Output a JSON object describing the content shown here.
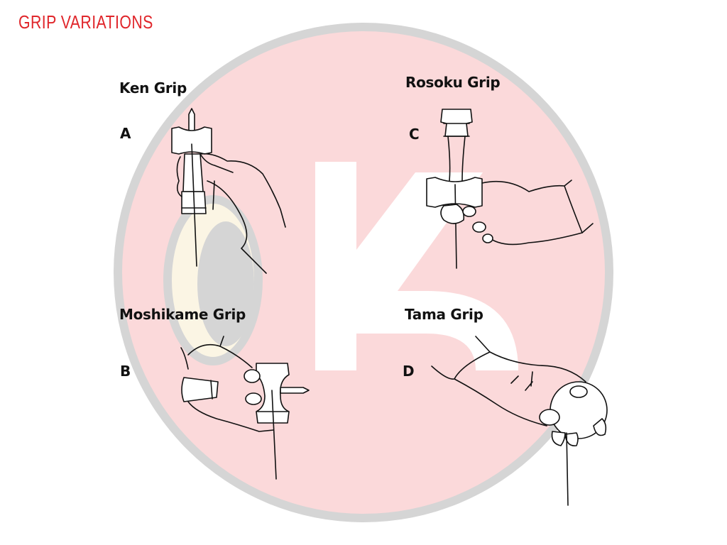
{
  "page": {
    "title": "GRIP VARIATIONS",
    "title_color": "#e0262b"
  },
  "background": {
    "circle_fill": "#fbd9da",
    "ring_color": "#d5d5d5",
    "logo_color": "#ffffff",
    "accent_cream": "#fbf5e4",
    "logo_letter": "K"
  },
  "grips": [
    {
      "letter": "A",
      "title": "Ken Grip",
      "illustration": "hand-holding-ken-vertical"
    },
    {
      "letter": "B",
      "title": "Moshikame Grip",
      "illustration": "hand-holding-kendama-horizontal"
    },
    {
      "letter": "C",
      "title": "Rosoku Grip",
      "illustration": "hand-holding-sarado-candle"
    },
    {
      "letter": "D",
      "title": "Tama Grip",
      "illustration": "hand-holding-tama-ball"
    }
  ]
}
